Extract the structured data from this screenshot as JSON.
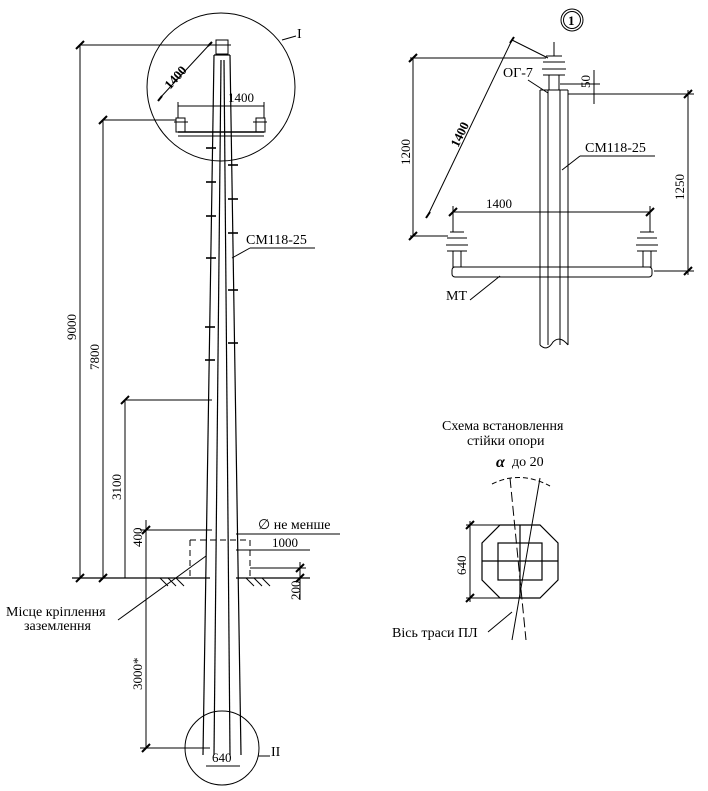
{
  "left_view": {
    "callout_I": "I",
    "callout_II": "II",
    "dims": {
      "d9000": "9000",
      "d7800": "7800",
      "d3100": "3100",
      "d400": "400",
      "d3000": "3000*",
      "d200": "200",
      "d1000": "1000",
      "d640": "640",
      "d1400_arm": "1400",
      "d1400_diag": "1400"
    },
    "pole_label": "СМ118-25",
    "diameter_note": "∅ не менше",
    "grounding_line1": "Місце кріплення",
    "grounding_line2": "заземлення"
  },
  "detail_view": {
    "callout": "1",
    "insulator_label": "ОГ-7",
    "pole_label": "СМ118-25",
    "traverse_label": "МТ",
    "dims": {
      "d1200": "1200",
      "d1400_diag": "1400",
      "d1400_horiz": "1400",
      "d50": "50",
      "d1250": "1250"
    }
  },
  "install_scheme": {
    "title_line1": "Схема встановлення",
    "title_line2": "стійки опори",
    "angle_symbol": "α",
    "angle_text": "до 20",
    "dim_640": "640",
    "axis_label": "Вісь траси ПЛ"
  }
}
